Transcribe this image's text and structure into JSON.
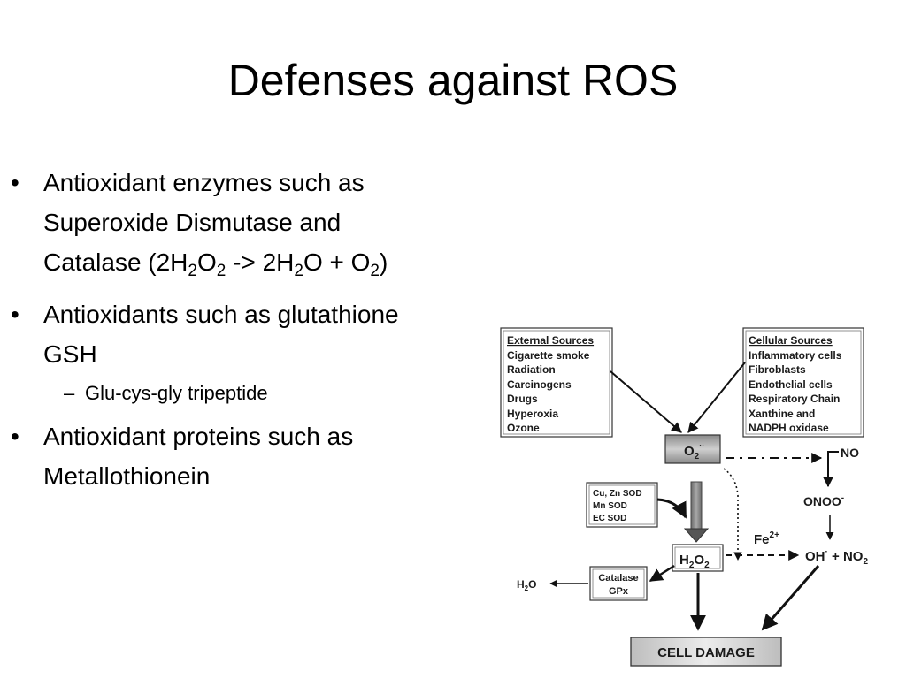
{
  "slide": {
    "title": "Defenses against ROS",
    "bullets": {
      "b1": {
        "t1": "Antioxidant enzymes such as",
        "t2": "Superoxide Dismutase and",
        "t3a": "Catalase (2H",
        "s1": "2",
        "t3b": "O",
        "s2": "2",
        "t3c": " -> 2H",
        "s3": "2",
        "t3d": "O + O",
        "s4": "2",
        "t3e": ")"
      },
      "b2": {
        "t1": "Antioxidants such as glutathione",
        "t2": "GSH"
      },
      "b2_sub": "Glu-cys-gly tripeptide",
      "b3": {
        "t1": "Antioxidant proteins such as",
        "t2": "Metallothionein"
      }
    }
  },
  "diagram": {
    "external": {
      "header": "External Sources",
      "items": [
        "Cigarette smoke",
        "Radiation",
        "Carcinogens",
        "Drugs",
        "Hyperoxia",
        "Ozone"
      ]
    },
    "cellular": {
      "header": "Cellular Sources",
      "items": [
        "Inflammatory cells",
        "Fibroblasts",
        "Endothelial cells",
        "Respiratory Chain",
        "Xanthine and",
        "NADPH oxidase"
      ]
    },
    "o2": {
      "base": "O",
      "sub": "2",
      "sup": "·-"
    },
    "no": "NO",
    "onoo": {
      "base": "ONOO",
      "sup": "-"
    },
    "sod": [
      "Cu, Zn SOD",
      "Mn SOD",
      "EC SOD"
    ],
    "fe": {
      "base": "Fe",
      "sup": "2+"
    },
    "h2o2": {
      "a": "H",
      "s1": "2",
      "b": "O",
      "s2": "2"
    },
    "ohno2": {
      "a": "OH",
      "sup": "·",
      "b": " + NO",
      "sub": "2"
    },
    "h2o": {
      "a": "H",
      "sub": "2",
      "b": "O"
    },
    "catalase": [
      "Catalase",
      "GPx"
    ],
    "cell_damage": "CELL DAMAGE"
  }
}
